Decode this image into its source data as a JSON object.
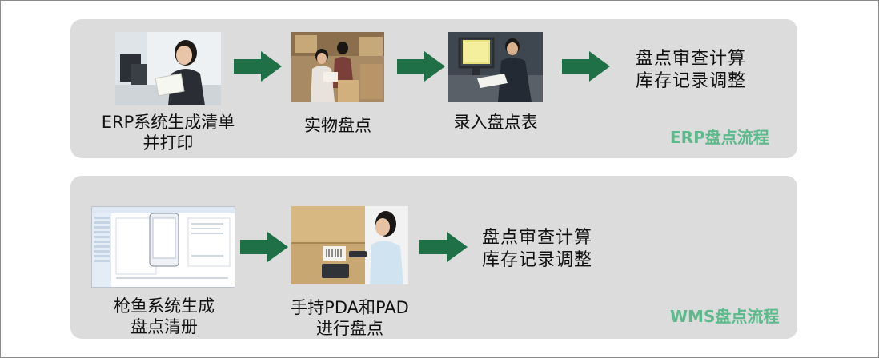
{
  "erp": {
    "steps": [
      {
        "label": "ERP系统生成清单\n并打印",
        "icon": "office-worker-reading-printout"
      },
      {
        "label": "实物盘点",
        "icon": "warehouse-workers-counting"
      },
      {
        "label": "录入盘点表",
        "icon": "clerk-entering-data-at-computer"
      }
    ],
    "summary": "盘点审查计算\n库存记录调整",
    "tag": "ERP盘点流程"
  },
  "wms": {
    "steps": [
      {
        "label": "枪鱼系统生成\n盘点清册",
        "icon": "software-inventory-screen"
      },
      {
        "label": "手持PDA和PAD\n进行盘点",
        "icon": "worker-scanning-box-with-pda"
      }
    ],
    "summary": "盘点审查计算\n库存记录调整",
    "tag": "WMS盘点流程"
  },
  "colors": {
    "arrow": "#1f6f47",
    "tag": "#5bb98b",
    "panel": "#dcdcdc"
  }
}
